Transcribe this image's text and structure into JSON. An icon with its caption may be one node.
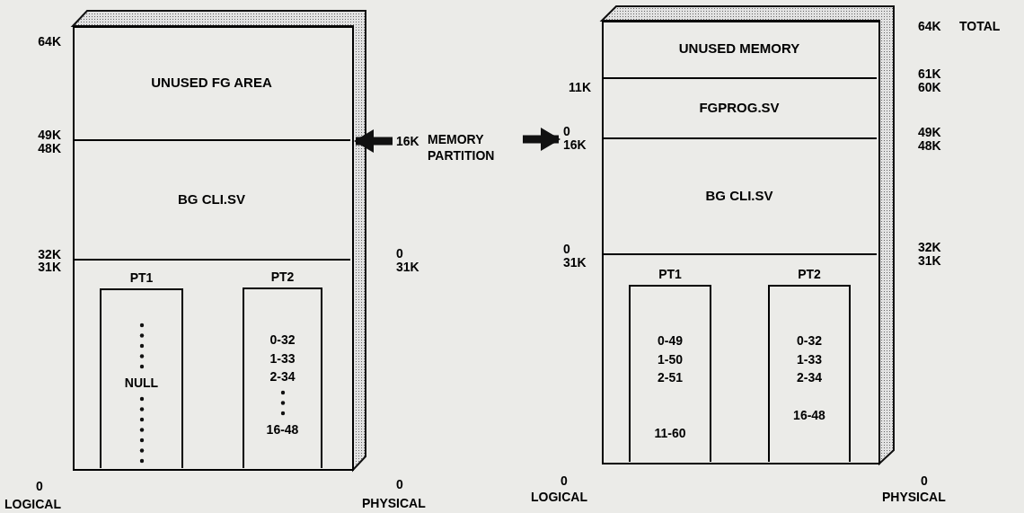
{
  "diagram": {
    "nodes": [
      {
        "text": [],
        "shape": "box"
      },
      {
        "text": [
          "UNUSED FG AREA"
        ],
        "in": 0
      },
      {
        "text": [
          "BG CLI.SV"
        ],
        "in": 0
      },
      {
        "text": [
          "PT1",
          "NULL"
        ],
        "in": 0
      },
      {
        "text": [
          "PT2",
          "0-32 1-33 2-34",
          "16-48"
        ],
        "in": 0
      },
      {
        "text": [
          "MEMORY PARTITION"
        ]
      },
      {
        "text": [],
        "shape": "box"
      },
      {
        "text": [
          "UNUSED MEMORY"
        ],
        "in": 6
      },
      {
        "text": [
          "FGPROG.SV"
        ],
        "in": 6
      },
      {
        "text": [
          "BG CLI.SV"
        ],
        "in": 6
      },
      {
        "text": [
          "PT1",
          "0-49 1-50 2-51",
          "11-60"
        ],
        "in": 6
      },
      {
        "text": [
          "PT2",
          "0-32 1-33 2-34",
          "16-48"
        ],
        "in": 6
      }
    ],
    "edges": [
      {
        "from": 5,
        "to": 0,
        "arrow": "to"
      },
      {
        "from": 5,
        "to": 6,
        "arrow": "to"
      }
    ],
    "labels": [
      "64K",
      "49K",
      "48K",
      "32K",
      "31K",
      "0",
      "LOGICAL",
      "16K",
      "0",
      "31K",
      "0",
      "PHYSICAL",
      "11K",
      "0",
      "16K",
      "0",
      "31K",
      "0",
      "LOGICAL",
      "64K",
      "TOTAL",
      "61K",
      "60K",
      "49K",
      "48K",
      "32K",
      "31K",
      "0",
      "PHYSICAL"
    ]
  }
}
